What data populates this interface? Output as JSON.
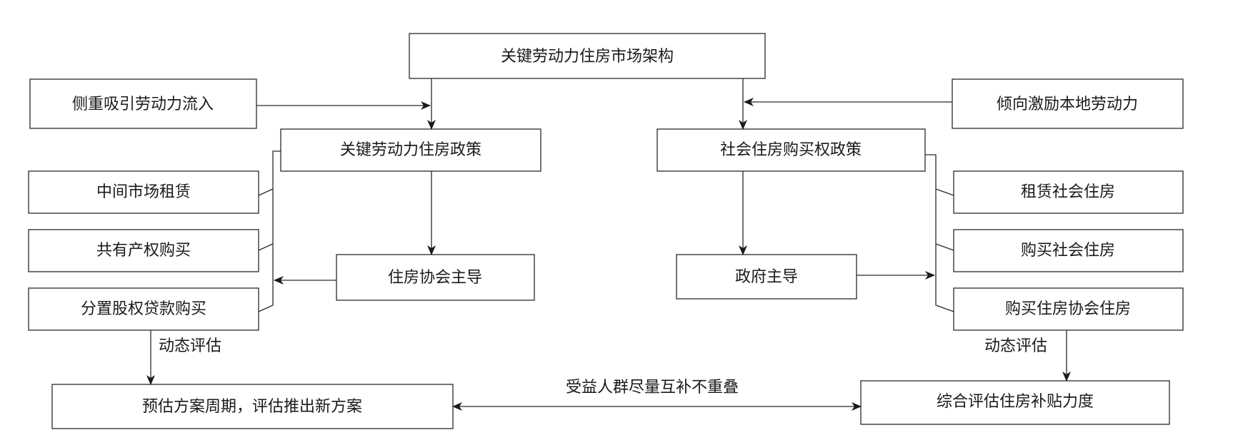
{
  "nodes": {
    "top": "关键劳动力住房市场架构",
    "left_input": "侧重吸引劳动力流入",
    "right_input": "倾向激励本地劳动力",
    "left_policy": "关键劳动力住房政策",
    "right_policy": "社会住房购买权政策",
    "left_opt1": "中间市场租赁",
    "left_opt2": "共有产权购买",
    "left_opt3": "分置股权贷款购买",
    "left_lead": "住房协会主导",
    "right_lead": "政府主导",
    "right_opt1": "租赁社会住房",
    "right_opt2": "购买社会住房",
    "right_opt3": "购买住房协会住房",
    "left_bottom": "预估方案周期，评估推出新方案",
    "right_bottom": "综合评估住房补贴力度"
  },
  "edge_labels": {
    "left_eval": "动态评估",
    "right_eval": "动态评估",
    "bottom_link": "受益人群尽量互补不重叠"
  }
}
